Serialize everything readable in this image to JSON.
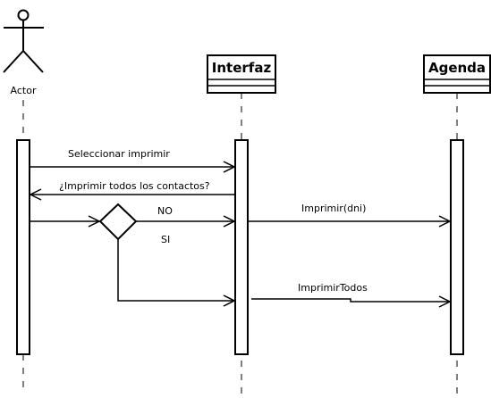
{
  "participants": {
    "actor": {
      "name": "Actor"
    },
    "interfaz": {
      "name": "Interfaz"
    },
    "agenda": {
      "name": "Agenda"
    }
  },
  "messages": {
    "seleccionar": "Seleccionar imprimir",
    "imprimir_todos_q": "¿Imprimir todos los contactos?",
    "imprimir_dni": "Imprimir(dni)",
    "imprimir_todos": "ImprimirTodos"
  },
  "decision": {
    "no_label": "NO",
    "si_label": "SI"
  }
}
